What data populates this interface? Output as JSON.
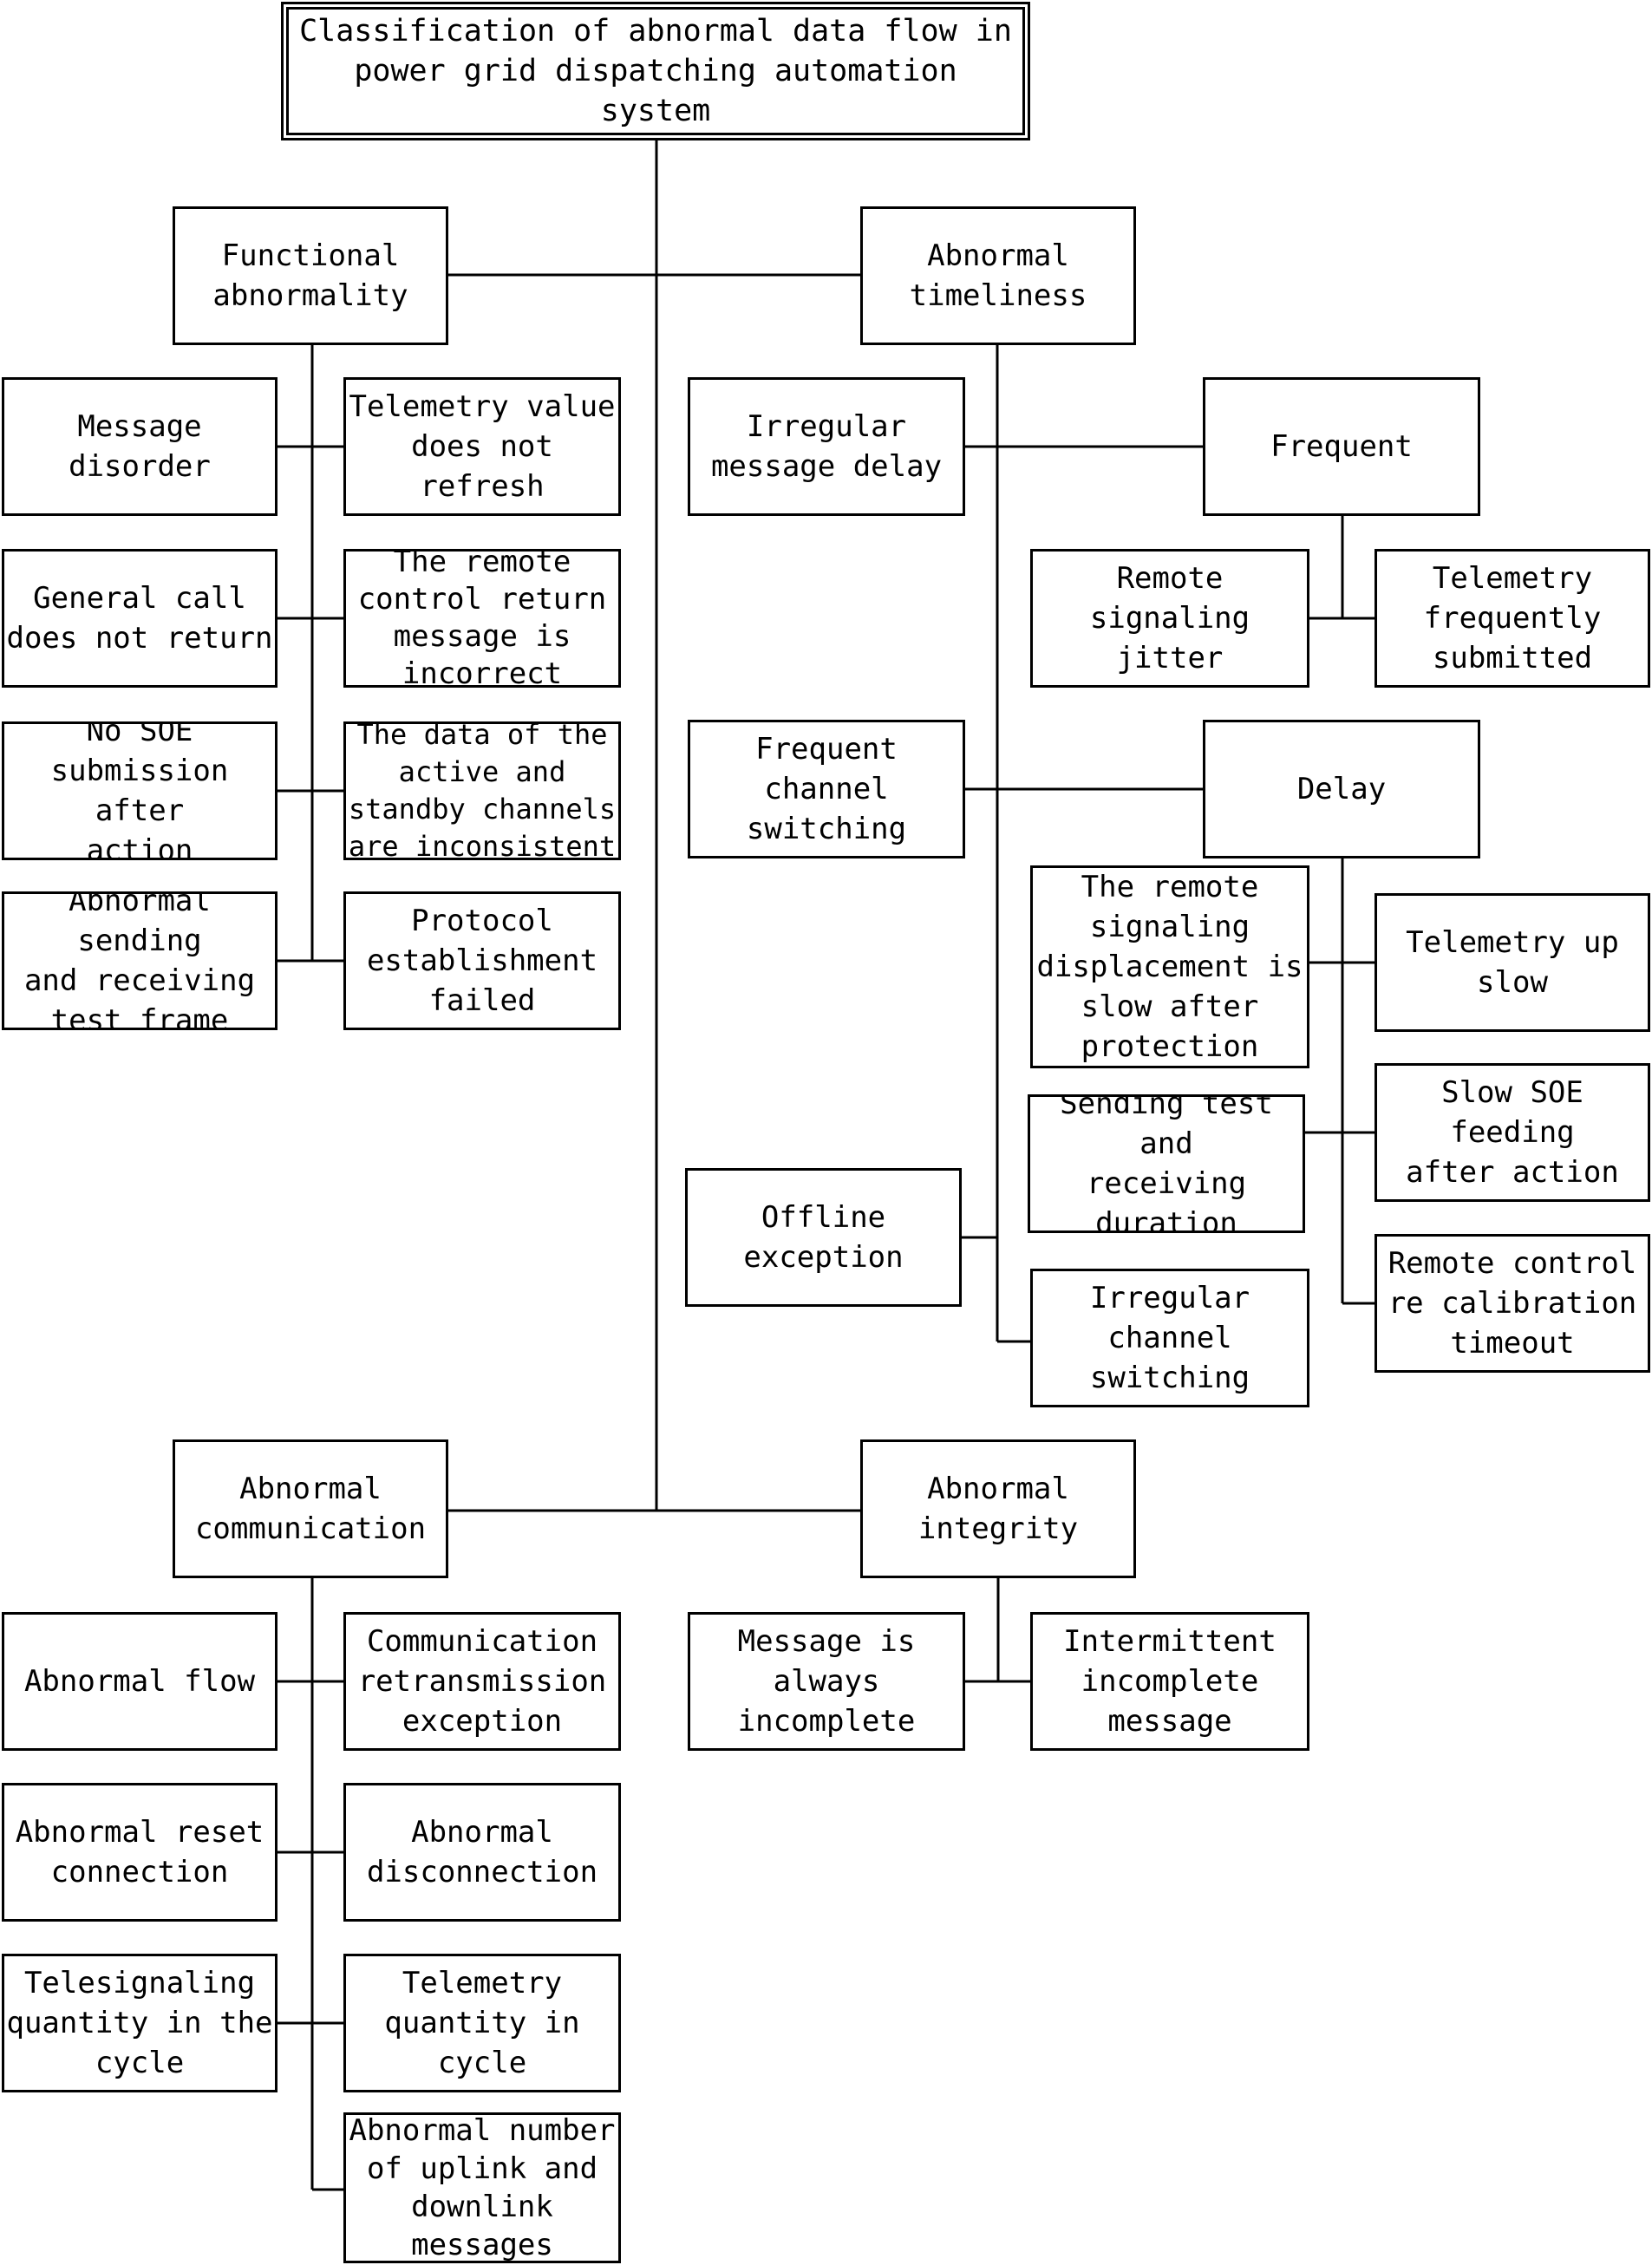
{
  "diagram": {
    "root": "Classification of abnormal data flow in\npower grid dispatching automation system",
    "functional": {
      "title": "Functional\nabnormality",
      "message_disorder": "Message disorder",
      "telemetry_not_refresh": "Telemetry value\ndoes not refresh",
      "general_call": "General call\ndoes not return",
      "remote_control_return": "The remote\ncontrol return\nmessage is\nincorrect",
      "no_soe": "No SOE\nsubmission after\naction",
      "channels_inconsistent": "The data of the\nactive and\nstandby channels\nare inconsistent",
      "test_frame": "Abnormal sending\nand receiving\ntest frame",
      "protocol_failed": "Protocol\nestablishment\nfailed"
    },
    "timeliness": {
      "title": "Abnormal\ntimeliness",
      "irregular_delay": "Irregular\nmessage delay",
      "frequent": "Frequent",
      "remote_signaling_jitter": "Remote signaling\njitter",
      "telemetry_frequently": "Telemetry\nfrequently\nsubmitted",
      "frequent_channel": "Frequent channel\nswitching",
      "delay": "Delay",
      "remote_signaling_slow": "The remote\nsignaling\ndisplacement is\nslow after\nprotection",
      "telemetry_up_slow": "Telemetry up\nslow",
      "sending_test": "Sending test and\nreceiving\nduration",
      "slow_soe": "Slow SOE feeding\nafter action",
      "remote_control_timeout": "Remote control\nre calibration\ntimeout",
      "offline": "Offline\nexception",
      "irregular_channel": "Irregular\nchannel\nswitching"
    },
    "communication": {
      "title": "Abnormal\ncommunication",
      "abnormal_flow": "Abnormal flow",
      "retransmission": "Communication\nretransmission\nexception",
      "reset_connection": "Abnormal reset\nconnection",
      "disconnection": "Abnormal\ndisconnection",
      "telesignaling": "Telesignaling\nquantity in the\ncycle",
      "telemetry_quantity": "Telemetry\nquantity in\ncycle",
      "uplink_downlink": "Abnormal number\nof uplink and\ndownlink\nmessages"
    },
    "integrity": {
      "title": "Abnormal\nintegrity",
      "always_incomplete": "Message is\nalways\nincomplete",
      "intermittent": "Intermittent\nincomplete\nmessage"
    }
  }
}
